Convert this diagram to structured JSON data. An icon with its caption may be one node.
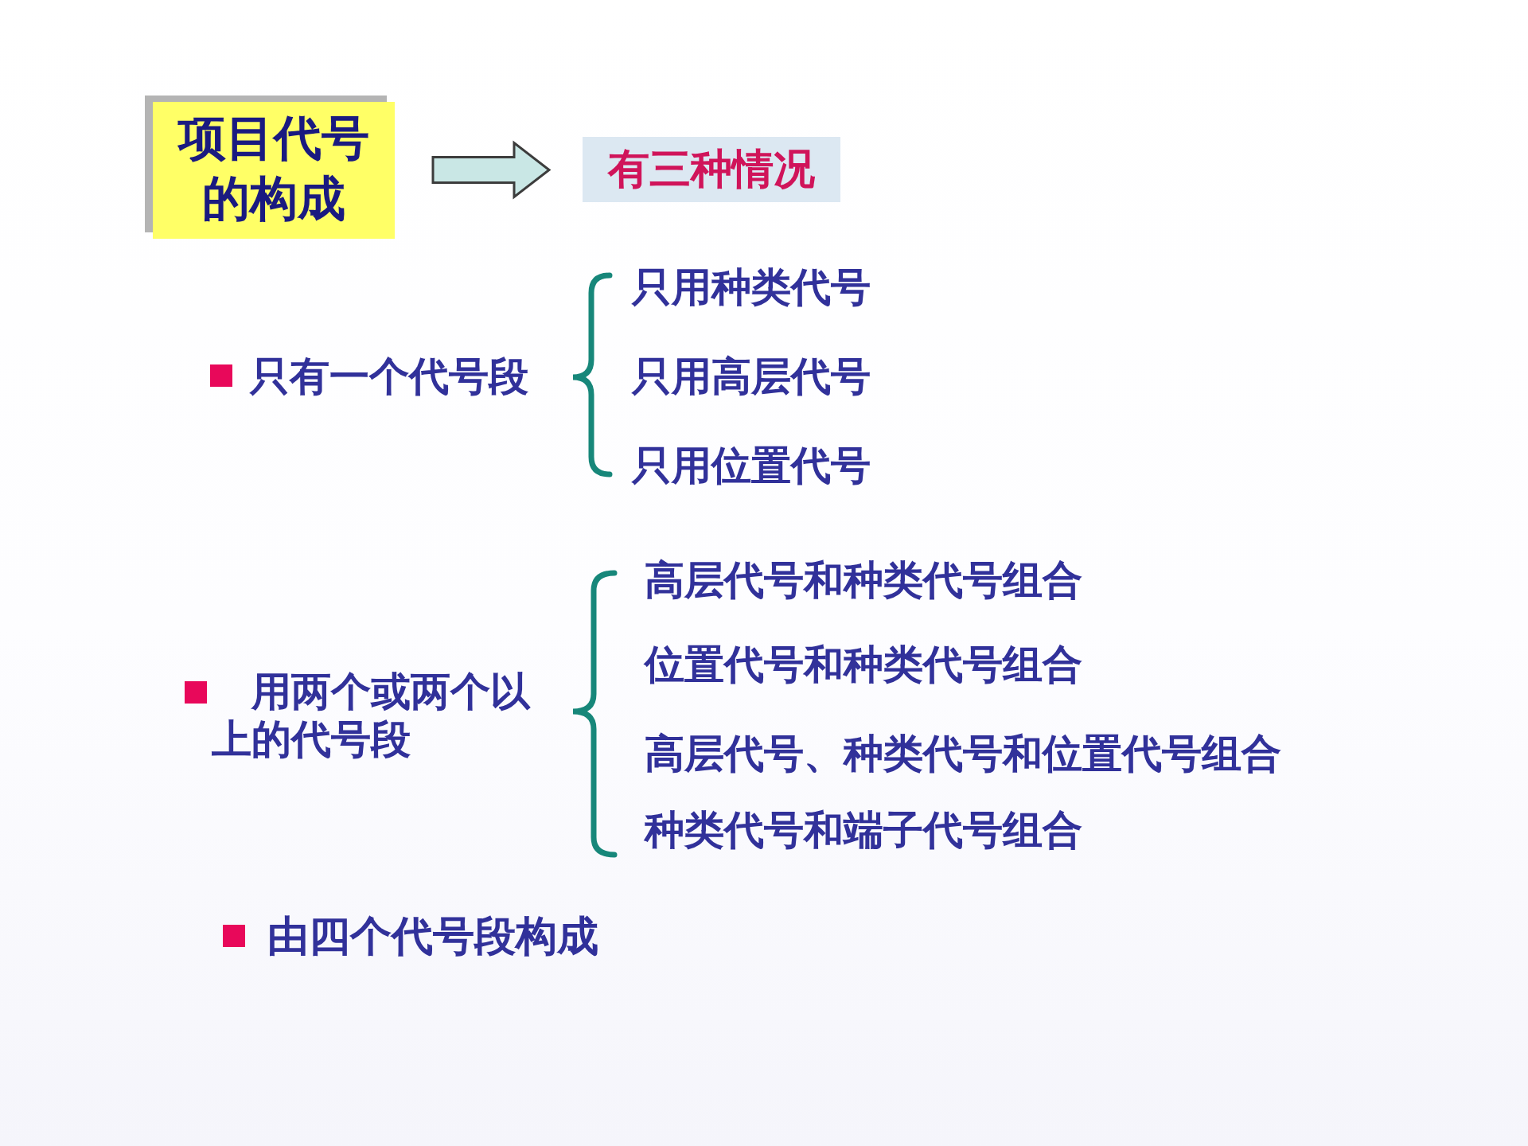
{
  "diagram": {
    "nodes": [
      {
        "text": [
          "项目代号的构成"
        ]
      },
      {
        "text": [
          "有三种情况"
        ]
      }
    ],
    "edges": [
      {
        "from": 0,
        "to": 1,
        "arrow": "to"
      }
    ],
    "labels": [
      "只有一个代号段",
      "只用种类代号",
      "只用高层代号",
      "只用位置代号",
      "用两个或两个以上的代号段",
      "高层代号和种类代号组合",
      "位置代号和种类代号组合",
      "高层代号、种类代号和位置代号组合",
      "种类代号和端子代号组合",
      "由四个代号段构成"
    ]
  }
}
